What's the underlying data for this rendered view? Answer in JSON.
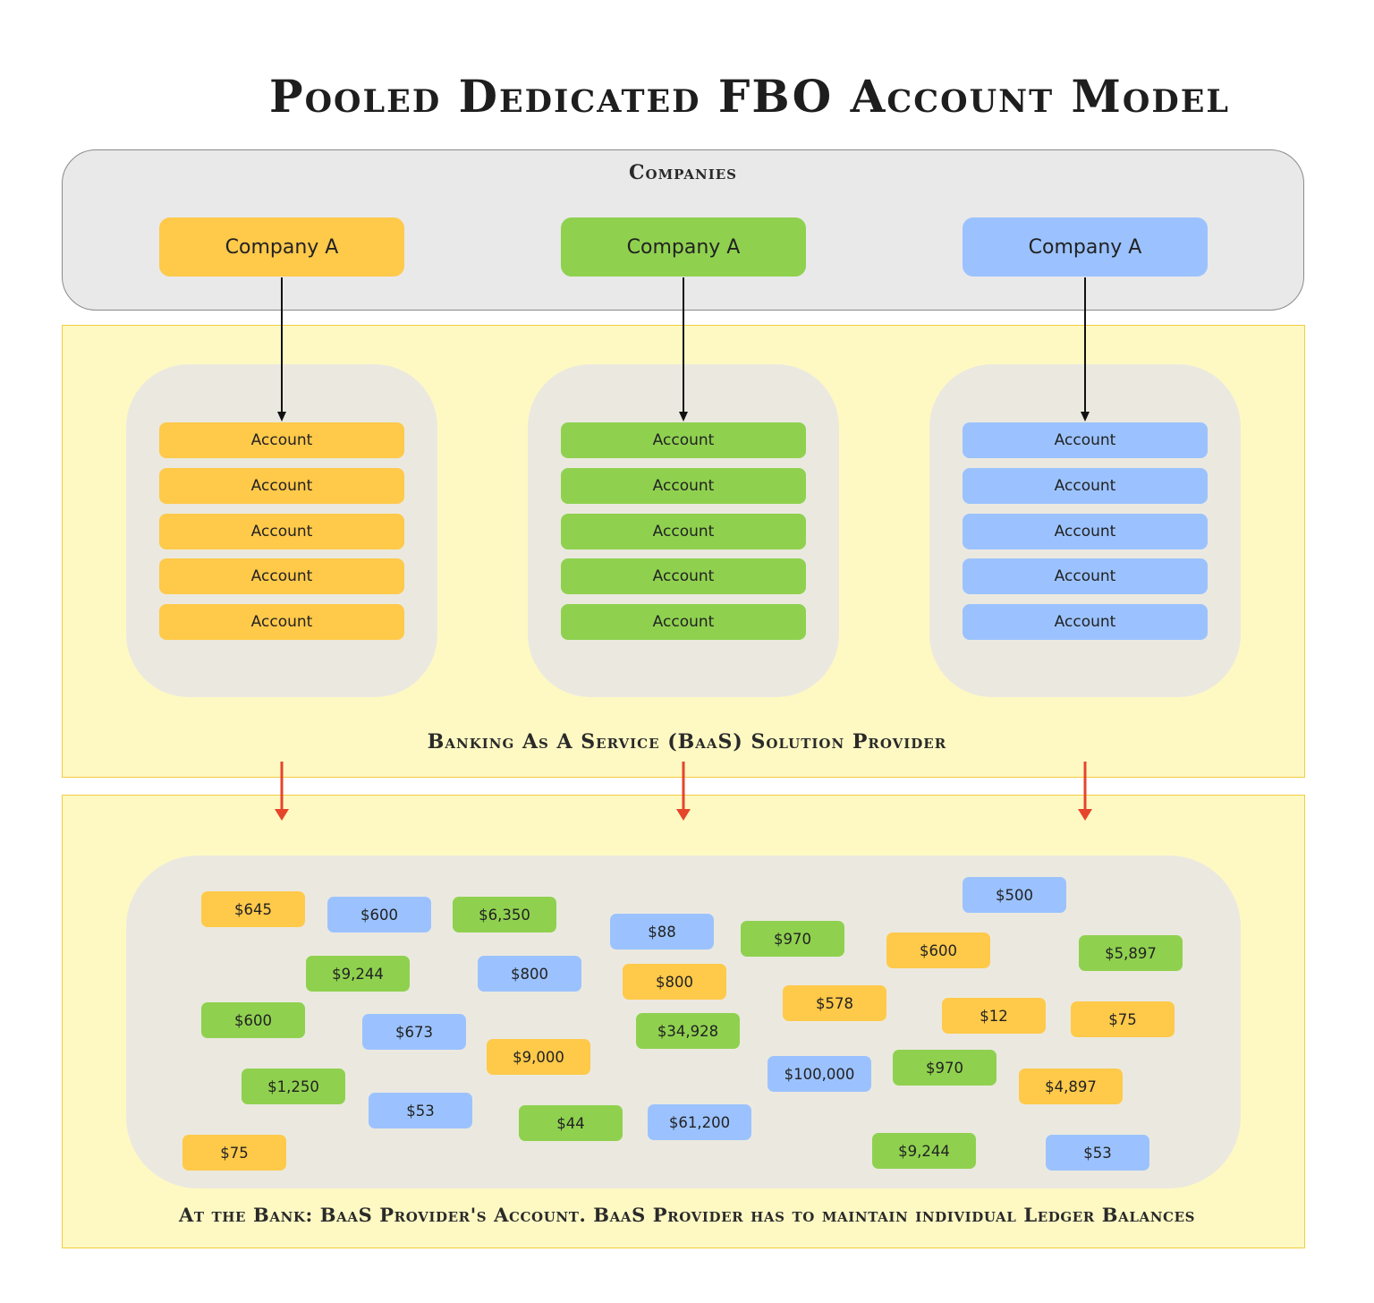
{
  "title": "Pooled Dedicated FBO Account Model",
  "colors": {
    "yellow": "#ffc94a",
    "green": "#8fd14f",
    "blue": "#9bc2ff",
    "panel_yellow": "#fef9c3",
    "panel_border": "#f3cc3f",
    "group_bg": "#ebe9df",
    "red_arrow": "#e5452b"
  },
  "companies": {
    "label": "Companies",
    "items": [
      {
        "label": "Company A",
        "color": "yellow"
      },
      {
        "label": "Company A",
        "color": "green"
      },
      {
        "label": "Company A",
        "color": "blue"
      }
    ]
  },
  "baas": {
    "label": "Banking As A Service (BaaS) Solution Provider",
    "groups": [
      {
        "color": "yellow",
        "accounts": [
          "Account",
          "Account",
          "Account",
          "Account",
          "Account"
        ]
      },
      {
        "color": "green",
        "accounts": [
          "Account",
          "Account",
          "Account",
          "Account",
          "Account"
        ]
      },
      {
        "color": "blue",
        "accounts": [
          "Account",
          "Account",
          "Account",
          "Account",
          "Account"
        ]
      }
    ]
  },
  "bank": {
    "label": "At the Bank: BaaS Provider's Account. BaaS Provider has to maintain individual Ledger Balances",
    "balances": [
      {
        "value": "$645",
        "color": "yellow"
      },
      {
        "value": "$600",
        "color": "blue"
      },
      {
        "value": "$6,350",
        "color": "green"
      },
      {
        "value": "$88",
        "color": "blue"
      },
      {
        "value": "$970",
        "color": "green"
      },
      {
        "value": "$500",
        "color": "blue"
      },
      {
        "value": "$600",
        "color": "yellow"
      },
      {
        "value": "$5,897",
        "color": "green"
      },
      {
        "value": "$9,244",
        "color": "green"
      },
      {
        "value": "$800",
        "color": "blue"
      },
      {
        "value": "$800",
        "color": "yellow"
      },
      {
        "value": "$578",
        "color": "yellow"
      },
      {
        "value": "$12",
        "color": "yellow"
      },
      {
        "value": "$75",
        "color": "yellow"
      },
      {
        "value": "$600",
        "color": "green"
      },
      {
        "value": "$673",
        "color": "blue"
      },
      {
        "value": "$9,000",
        "color": "yellow"
      },
      {
        "value": "$34,928",
        "color": "green"
      },
      {
        "value": "$100,000",
        "color": "blue"
      },
      {
        "value": "$970",
        "color": "green"
      },
      {
        "value": "$4,897",
        "color": "yellow"
      },
      {
        "value": "$1,250",
        "color": "green"
      },
      {
        "value": "$53",
        "color": "blue"
      },
      {
        "value": "$44",
        "color": "green"
      },
      {
        "value": "$61,200",
        "color": "blue"
      },
      {
        "value": "$75",
        "color": "yellow"
      },
      {
        "value": "$9,244",
        "color": "green"
      },
      {
        "value": "$53",
        "color": "blue"
      }
    ]
  }
}
